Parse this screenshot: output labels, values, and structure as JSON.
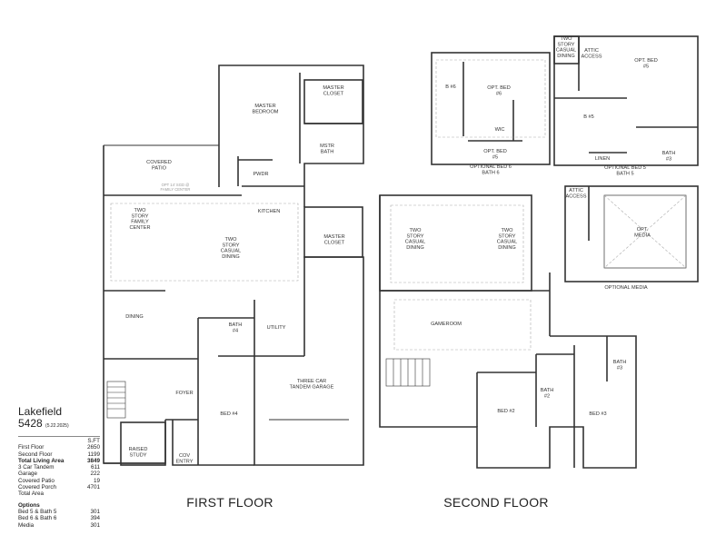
{
  "plan": {
    "name": "Lakefield",
    "number": "5428",
    "date": "(5.22.2025)",
    "sqft_header": "S.FT",
    "areas": [
      {
        "label": "First Floor",
        "value": "2650",
        "bold": false
      },
      {
        "label": "Second Floor",
        "value": "1199",
        "bold": false
      },
      {
        "label": "Total Living Area",
        "value": "3849",
        "bold": true
      },
      {
        "label": "3 Car Tandem",
        "value": "611",
        "bold": false
      },
      {
        "label": "Garage",
        "value": "222",
        "bold": false
      },
      {
        "label": "Covered Patio",
        "value": "19",
        "bold": false
      },
      {
        "label": "Covered Porch",
        "value": "4701",
        "bold": false
      },
      {
        "label": "Total Area",
        "value": "",
        "bold": false
      }
    ],
    "options_title": "Options",
    "options": [
      {
        "label": "Bed 5 & Bath 5",
        "value": "301"
      },
      {
        "label": "Bed 6 & Bath 6",
        "value": "394"
      },
      {
        "label": "Media",
        "value": "301"
      }
    ]
  },
  "floors": {
    "first_floor": "FIRST FLOOR",
    "second_floor": "SECOND FLOOR"
  },
  "rooms": {
    "master_closet_top": "MASTER\nCLOSET",
    "master_bedroom": "MASTER\nBEDROOM",
    "mstr_bath": "MSTR\nBATH",
    "covered_patio": "COVERED\nPATIO",
    "opt_family_center": "OPT 14' SGD @\nFAMILY CENTER",
    "pwdr": "PWDR",
    "kitchen": "KITCHEN",
    "family_center": "TWO\nSTORY\nFAMILY\nCENTER",
    "casual_dining_1": "TWO\nSTORY\nCASUAL\nDINING",
    "master_closet_bottom": "MASTER\nCLOSET",
    "dining": "DINING",
    "bath4": "BATH\n#4",
    "utility": "UTILITY",
    "garage": "THREE CAR\nTANDEM GARAGE",
    "foyer": "FOYER",
    "bed4": "BED #4",
    "raised_study": "RAISED\nSTUDY",
    "cov_entry": "COV\nENTRY",
    "open_casual_left": "TWO\nSTORY\nCASUAL\nDINING",
    "open_casual_right": "TWO\nSTORY\nCASUAL\nDINING",
    "gameroom": "GAMEROOM",
    "bath2": "BATH\n#2",
    "bed2": "BED #2",
    "bath3": "BATH\n#3",
    "bed3": "BED #3",
    "opt_bed6": "OPT. BED\n#6",
    "b6": "B #6",
    "wic": "WIC",
    "opt_bed5_small": "OPT. BED\n#5",
    "two_story_casual_dining_small": "TWO\nSTORY\nCASUAL\nDINING",
    "attic_access_top": "ATTIC\nACCESS",
    "opt_bed5": "OPT. BED\n#5",
    "b5": "B #5",
    "linen": "LINEN",
    "bath3_small": "BATH\n#3",
    "attic_access": "ATTIC\nACCESS",
    "opt_media": "OPT.\nMEDIA"
  },
  "option_captions": {
    "bed6_bath6": "OPTIONAL BED 6\nBATH 6",
    "bed5_bath5": "OPTIONAL BED 5\nBATH 5",
    "media": "OPTIONAL MEDIA"
  }
}
